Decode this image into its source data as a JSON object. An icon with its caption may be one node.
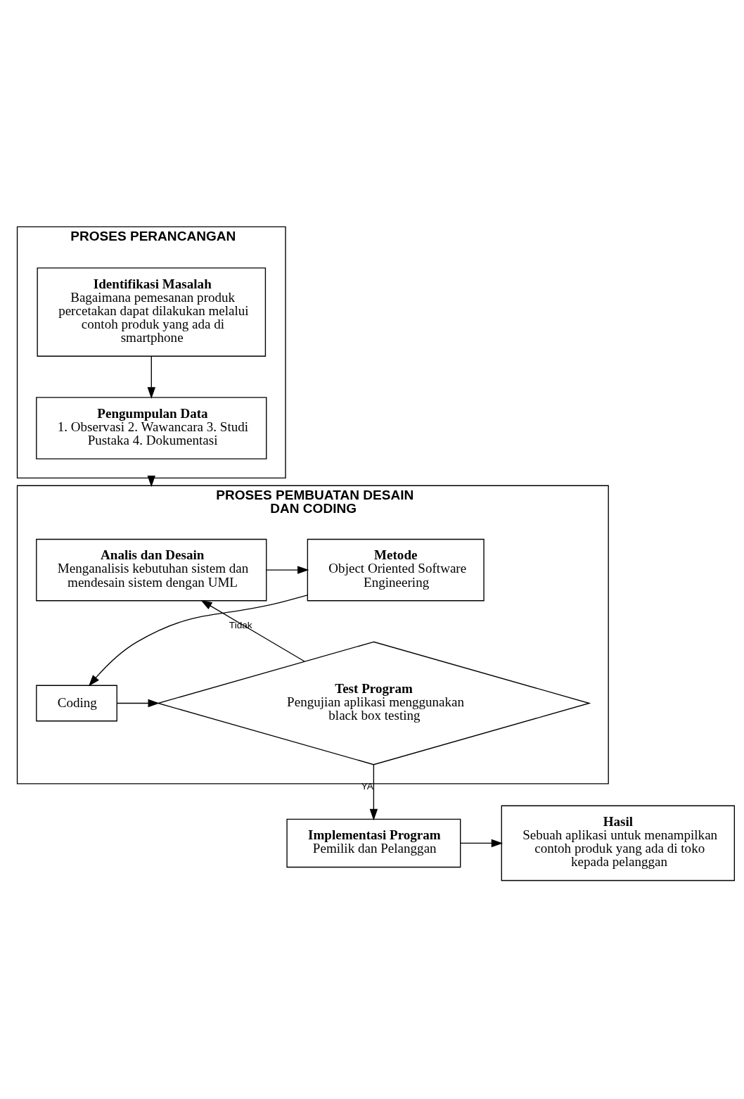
{
  "diagram": {
    "nodes": [
      {
        "text": [
          "PROSES PERANCANGAN"
        ]
      },
      {
        "text": [
          "Identifikasi Masalah",
          "Bagaimana pemesanan produk percetakan dapat dilakukan melalui contoh produk yang ada di smartphone"
        ],
        "in": 0
      },
      {
        "text": [
          "Pengumpulan Data",
          "1. Observasi 2. Wawancara 3. Studi Pustaka 4. Dokumentasi"
        ],
        "in": 0
      },
      {
        "text": [
          "PROSES PEMBUATAN DESAIN DAN CODING"
        ]
      },
      {
        "text": [
          "Analis dan Desain",
          "Menganalisis kebutuhan sistem dan mendesain sistem dengan UML"
        ],
        "in": 3
      },
      {
        "text": [
          "Metode",
          "Object Oriented Software Engineering"
        ],
        "in": 3
      },
      {
        "text": [
          "Coding"
        ],
        "in": 3
      },
      {
        "text": [
          "Test Program",
          "Pengujian aplikasi menggunakan black box testing"
        ],
        "in": 3
      },
      {
        "text": [
          "Implementasi Program",
          "Pemilik dan Pelanggan"
        ]
      },
      {
        "text": [
          "Hasil",
          "Sebuah aplikasi untuk menampilkan contoh produk yang ada di toko kepada pelanggan"
        ]
      }
    ],
    "edges": [
      {
        "from": 1,
        "to": 2,
        "arrow": "to"
      },
      {
        "from": 0,
        "to": 3,
        "arrow": "to"
      },
      {
        "from": 4,
        "to": 5,
        "arrow": "to"
      },
      {
        "from": 5,
        "to": 6,
        "arrow": "to"
      },
      {
        "from": 6,
        "to": 7,
        "arrow": "to"
      },
      {
        "from": 7,
        "to": 4,
        "arrow": "to",
        "label": "Tidak"
      },
      {
        "from": 7,
        "to": 8,
        "arrow": "to",
        "label": "YA"
      },
      {
        "from": 8,
        "to": 9,
        "arrow": "to"
      }
    ]
  }
}
